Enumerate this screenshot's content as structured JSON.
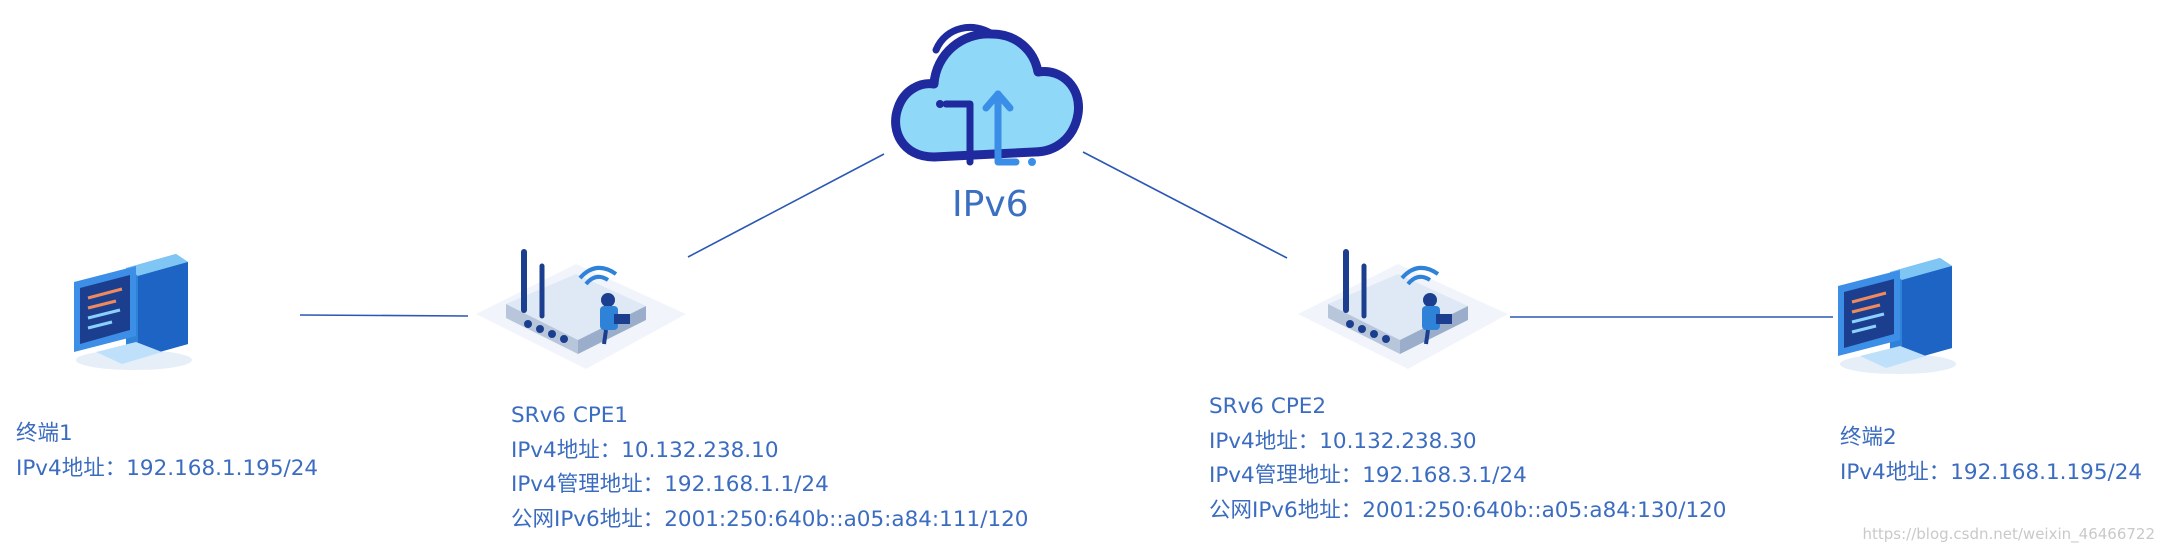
{
  "cloud": {
    "label": "IPv6"
  },
  "terminal1": {
    "name": "终端1",
    "ipv4": "IPv4地址：192.168.1.195/24"
  },
  "terminal2": {
    "name": "终端2",
    "ipv4": "IPv4地址：192.168.1.195/24"
  },
  "cpe1": {
    "name": "SRv6 CPE1",
    "ipv4": "IPv4地址：10.132.238.10",
    "mgmt": "IPv4管理地址：192.168.1.1/24",
    "ipv6": "公网IPv6地址：2001:250:640b::a05:a84:111/120"
  },
  "cpe2": {
    "name": "SRv6 CPE2",
    "ipv4": "IPv4地址：10.132.238.30",
    "mgmt": "IPv4管理地址：192.168.3.1/24",
    "ipv6": "公网IPv6地址：2001:250:640b::a05:a84:130/120"
  },
  "watermark": "https://blog.csdn.net/weixin_46466722",
  "colors": {
    "line": "#2b57b5",
    "text": "#3b6cc0",
    "cloud_fill": "#8fd8f8",
    "cloud_stroke": "#1f2a9e"
  }
}
